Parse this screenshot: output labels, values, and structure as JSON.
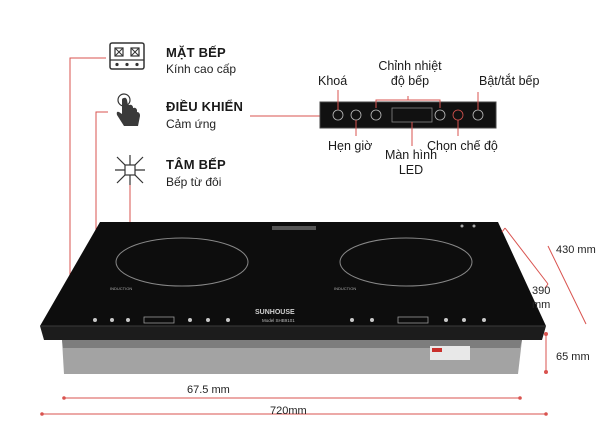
{
  "features": [
    {
      "title": "MẶT BẾP",
      "subtitle": "Kính cao cấp",
      "icon": "two-burner-icon"
    },
    {
      "title": "ĐIỀU KHIỂN",
      "subtitle": "Cảm ứng",
      "icon": "touch-hand-icon"
    },
    {
      "title": "TÂM BẾP",
      "subtitle": "Bếp từ đôi",
      "icon": "burner-center-icon"
    }
  ],
  "control_panel_callouts": {
    "lock": "Khoá",
    "adjust_heat_line1": "Chỉnh nhiệt",
    "adjust_heat_line2": "độ bếp",
    "power": "Bật/tắt bếp",
    "timer": "Hẹn giờ",
    "led_line1": "Màn hình",
    "led_line2": "LED",
    "mode": "Chọn chế độ"
  },
  "product": {
    "brand": "SUNHOUSE",
    "model": "Model SHB9101",
    "burner_label": "INDUCTION"
  },
  "dimensions": {
    "depth": "430 mm",
    "inner_depth_line1": "390",
    "inner_depth_line2": "mm",
    "height": "65 mm",
    "inner_width": "67.5 mm",
    "width": "720mm"
  },
  "colors": {
    "accent_red": "#d9534f",
    "cooktop": "#0d0d0d",
    "body_steel": "#9a9a9a"
  }
}
